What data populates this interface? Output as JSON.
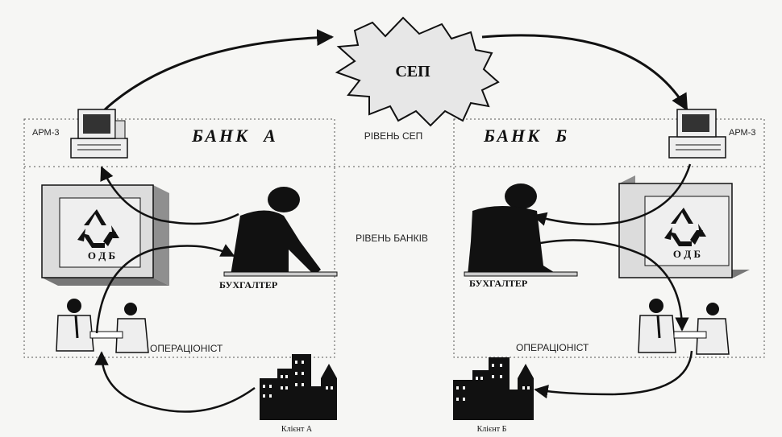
{
  "diagram": {
    "sep_label": "СЕП",
    "level_sep": "РІВЕНЬ СЕП",
    "level_banks": "РІВЕНЬ БАНКІВ",
    "bank_a": {
      "title": "БАНК  А",
      "workstation": "АРМ-3",
      "odb": "О Д Б",
      "accountant": "БУХГАЛТЕР",
      "operator": "ОПЕРАЦІОНІСТ",
      "client": "Клієнт А"
    },
    "bank_b": {
      "title": "БАНК  Б",
      "workstation": "АРМ-3",
      "odb": "О Д Б",
      "accountant": "БУХГАЛТЕР",
      "operator": "ОПЕРАЦІОНІСТ",
      "client": "Клієнт Б"
    },
    "colors": {
      "ink": "#111111",
      "burst": "#e7e7e7",
      "panel": "#dcdcdc",
      "dotted": "#555555"
    }
  }
}
